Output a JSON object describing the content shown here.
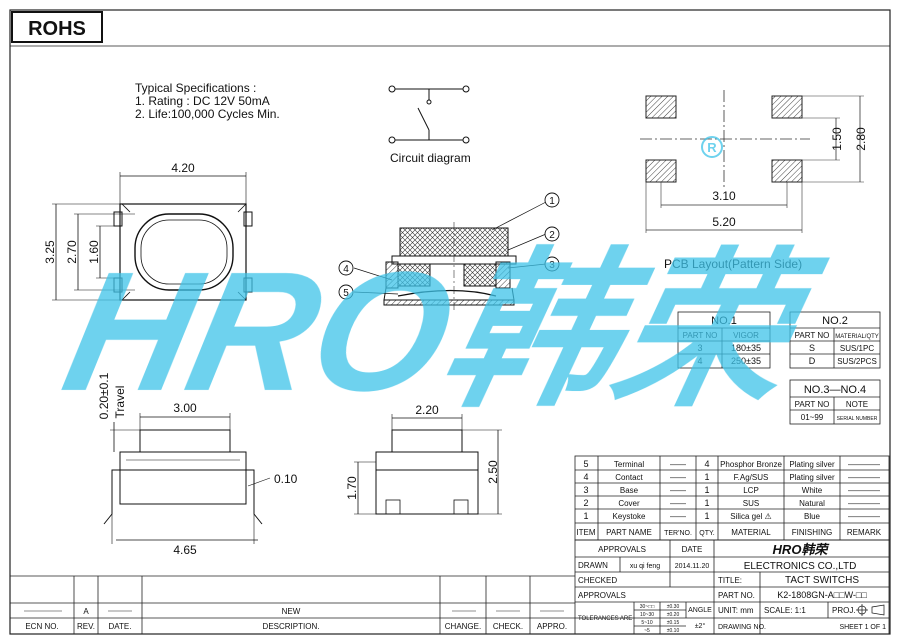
{
  "badge": "ROHS",
  "specs": {
    "heading": "Typical Specifications :",
    "line1": "1. Rating : DC 12V 50mA",
    "line2": "2. Life:100,000 Cycles Min."
  },
  "circuit_caption": "Circuit diagram",
  "pcb_caption": "PCB Layout(Pattern Side)",
  "watermark": "HRO韩荣",
  "dims": {
    "top_w": "4.20",
    "top_h": "3.25",
    "top_h2": "2.70",
    "top_h3": "1.60",
    "pcb_h1": "1.50",
    "pcb_h2": "2.80",
    "pcb_w1": "3.10",
    "pcb_w2": "5.20",
    "side_w": "3.00",
    "side_travel": "0.20±0.1",
    "travel": "Travel",
    "side_t": "0.10",
    "side_base": "4.65",
    "end_w": "2.20",
    "end_h1": "1.70",
    "end_h2": "2.50"
  },
  "callouts": [
    "1",
    "2",
    "3",
    "4",
    "5"
  ],
  "no1": {
    "title": "NO.1",
    "headers": [
      "PART NO",
      "VIGOR"
    ],
    "rows": [
      [
        "3",
        "180±35"
      ],
      [
        "4",
        "250±35"
      ]
    ]
  },
  "no2": {
    "title": "NO.2",
    "headers": [
      "PART NO",
      "MATERIAL/QTY"
    ],
    "rows": [
      [
        "S",
        "SUS/1PC"
      ],
      [
        "D",
        "SUS/2PCS"
      ]
    ]
  },
  "no34": {
    "title": "NO.3—NO.4",
    "headers": [
      "PART NO",
      "NOTE"
    ],
    "rows": [
      [
        "01~99",
        "SERIAL NUMBER"
      ]
    ]
  },
  "bom": {
    "rows": [
      {
        "item": "5",
        "name": "Terminal",
        "ter": "——",
        "qty": "4",
        "material": "Phosphor Bronze",
        "finishing": "Plating silver",
        "remark": "————"
      },
      {
        "item": "4",
        "name": "Contact",
        "ter": "——",
        "qty": "1",
        "material": "F.Ag/SUS",
        "finishing": "Plating silver",
        "remark": "————"
      },
      {
        "item": "3",
        "name": "Base",
        "ter": "——",
        "qty": "1",
        "material": "LCP",
        "finishing": "White",
        "remark": "————"
      },
      {
        "item": "2",
        "name": "Cover",
        "ter": "——",
        "qty": "1",
        "material": "SUS",
        "finishing": "Natural",
        "remark": "————"
      },
      {
        "item": "1",
        "name": "Keystoke",
        "ter": "——",
        "qty": "1",
        "material": "Silica gel ⚠",
        "finishing": "Blue",
        "remark": "————"
      }
    ],
    "headers": {
      "item": "ITEM",
      "name": "PART NAME",
      "ter": "TER'NO.",
      "qty": "QTY.",
      "material": "MATERIAL",
      "finishing": "FINISHING",
      "remark": "REMARK"
    }
  },
  "title_block": {
    "approvals": "APPROVALS",
    "date": "DATE",
    "drawn": "DRAWN",
    "drawn_by": "xu qi feng",
    "drawn_date": "2014.11.20",
    "checked": "CHECKED",
    "approvals2": "APPROVALS",
    "logo": "HRO韩荣",
    "company": "ELECTRONICS CO.,LTD",
    "title_label": "TITLE:",
    "title": "TACT SWITCHS",
    "part_no_label": "PART NO.",
    "part_no": "K2-1808GN-A□□W-□□",
    "tolerances_label": "TOLERANCES ARE",
    "tol_ranges": [
      "30~□□",
      "10~30",
      "5~10",
      "~5"
    ],
    "tol_values": [
      "±0.30",
      "±0.20",
      "±0.15",
      "±0.10"
    ],
    "angle": "ANGLE",
    "angle_val": "±2°",
    "unit": "UNIT: mm",
    "scale": "SCALE:  1:1",
    "proj": "PROJ.",
    "drawing_no": "DRAWING NO.",
    "sheet": "SHEET  1  OF  1"
  },
  "revision": {
    "rev": "A",
    "desc": "NEW",
    "headers": [
      "ECN NO.",
      "REV.",
      "DATE.",
      "DESCRIPTION.",
      "CHANGE.",
      "CHECK.",
      "APPRO."
    ]
  }
}
